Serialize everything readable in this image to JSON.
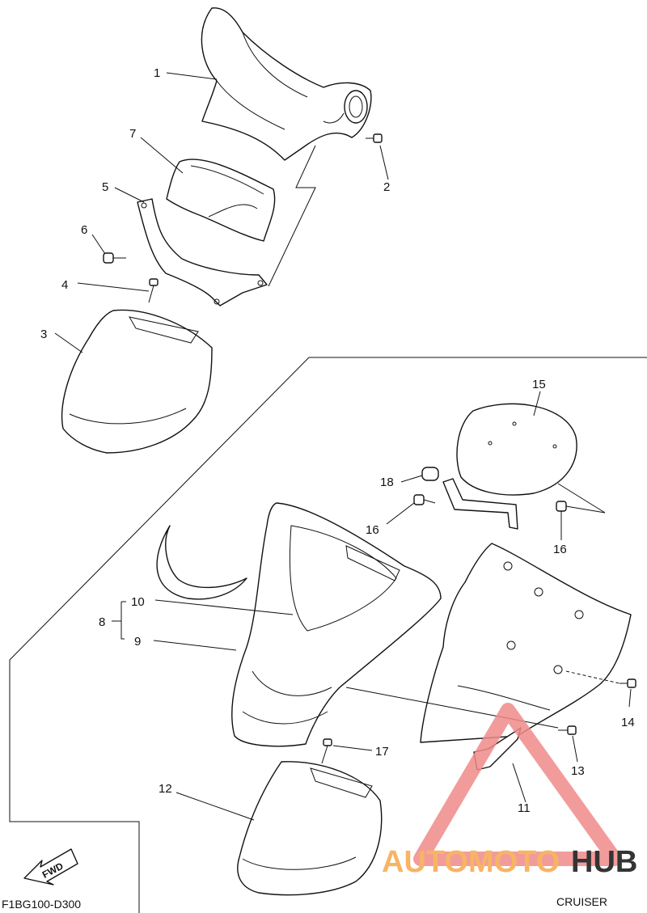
{
  "callouts": [
    {
      "id": "1",
      "text": "1"
    },
    {
      "id": "2",
      "text": "2"
    },
    {
      "id": "3",
      "text": "3"
    },
    {
      "id": "4",
      "text": "4"
    },
    {
      "id": "5",
      "text": "5"
    },
    {
      "id": "6",
      "text": "6"
    },
    {
      "id": "7",
      "text": "7"
    },
    {
      "id": "8",
      "text": "8"
    },
    {
      "id": "9",
      "text": "9"
    },
    {
      "id": "10",
      "text": "10"
    },
    {
      "id": "11",
      "text": "11"
    },
    {
      "id": "12",
      "text": "12"
    },
    {
      "id": "13",
      "text": "13"
    },
    {
      "id": "14",
      "text": "14"
    },
    {
      "id": "15",
      "text": "15"
    },
    {
      "id": "16a",
      "text": "16"
    },
    {
      "id": "16b",
      "text": "16"
    },
    {
      "id": "17",
      "text": "17"
    },
    {
      "id": "18",
      "text": "18"
    }
  ],
  "diagram_code": "F1BG100-D300",
  "model_name": "CRUISER",
  "fwd_badge": "FWD",
  "watermark": {
    "text_a": "AUTOMOTO",
    "text_b": "HUB",
    "color_a": "#f6a84a",
    "color_b": "#111111",
    "triangle_color": "#f08a8a"
  }
}
